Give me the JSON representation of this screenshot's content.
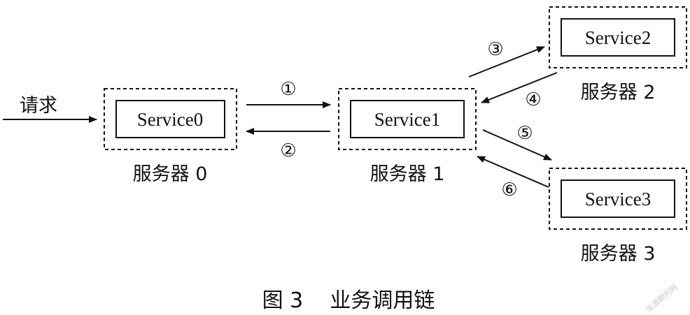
{
  "diagram": {
    "request_label": "请求",
    "servers": [
      {
        "service": "Service0",
        "caption": "服务器 0"
      },
      {
        "service": "Service1",
        "caption": "服务器 1"
      },
      {
        "service": "Service2",
        "caption": "服务器 2"
      },
      {
        "service": "Service3",
        "caption": "服务器 3"
      }
    ],
    "steps": [
      "①",
      "②",
      "③",
      "④",
      "⑤",
      "⑥"
    ],
    "figure_caption": "图 3    业务调用链",
    "watermark": "龙源期刊网"
  }
}
